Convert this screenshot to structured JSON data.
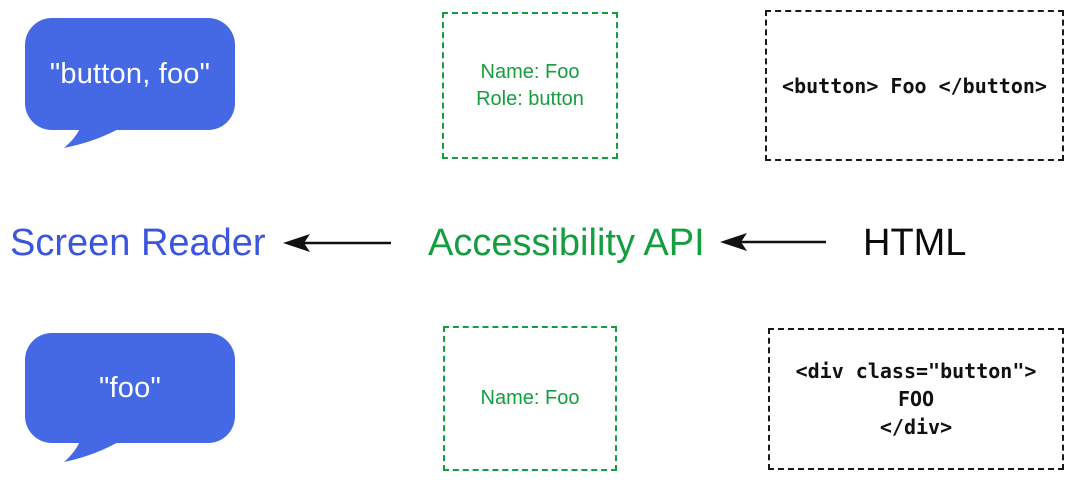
{
  "colors": {
    "bubble_blue": "#4568e4",
    "screen_reader_blue": "#3b55dd",
    "accessibility_green": "#149e3f",
    "html_black": "#0b0b0b"
  },
  "pipeline": {
    "screen_reader_label": "Screen Reader",
    "accessibility_api_label": "Accessibility API",
    "html_label": "HTML",
    "arrow_icon": "arrow-left"
  },
  "top_row": {
    "speech_bubble_text": "\"button, foo\"",
    "accessibility_node": {
      "line1": "Name: Foo",
      "line2": "Role: button"
    },
    "code": "<button> Foo </button>"
  },
  "bottom_row": {
    "speech_bubble_text": "\"foo\"",
    "accessibility_node": {
      "line1": "Name: Foo"
    },
    "code_lines": [
      "<div class=\"button\">",
      "FOO",
      "</div>"
    ]
  }
}
